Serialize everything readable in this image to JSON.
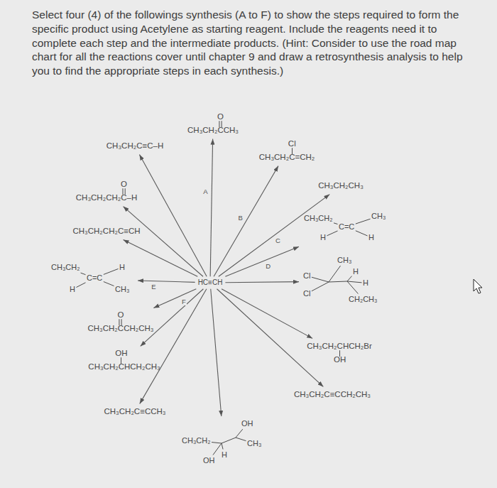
{
  "diagram": {
    "title": "Select four (4) of the followings synthesis (A to F) to show the steps required to form the specific product using Acetylene as starting reagent. Include the reagents need it to complete each step and the intermediate products. (Hint: Consider to use the road map chart for all the reactions cover until chapter 9 and draw a retrosynthesis analysis to help you to find the appropriate steps in each synthesis.)",
    "nodes": [
      {
        "text": [
          "HC≡CH"
        ]
      },
      {
        "text": [
          "CH₃CH₂C≡C–H"
        ]
      },
      {
        "text": [
          "O",
          "CH₃CH₂CCH₃"
        ]
      },
      {
        "text": [
          "Cl",
          "CH₃CH₂C=CH₂"
        ]
      },
      {
        "text": [
          "O",
          "CH₃CH₂CH₂C–H"
        ]
      },
      {
        "text": [
          "CH₃CH₂CH₃"
        ]
      },
      {
        "text": [
          "CH₃CH₂CH₂C≡CH"
        ]
      },
      {
        "text": [
          "CH₃CH₂",
          "CH₃",
          "C=C",
          "H",
          "H"
        ]
      },
      {
        "text": [
          "CH₃CH₂",
          "H",
          "C=C",
          "H",
          "CH₃"
        ]
      },
      {
        "text": [
          "CH₃",
          "Cl",
          "H",
          "H",
          "Cl",
          "CH₂CH₃"
        ]
      },
      {
        "text": [
          "O",
          "CH₃CH₂CCH₂CH₃"
        ]
      },
      {
        "text": [
          "CH₃CH₂CHCH₂Br",
          "OH"
        ]
      },
      {
        "text": [
          "OH",
          "CH₃CH₂CHCH₂CH₃"
        ]
      },
      {
        "text": [
          "CH₃CH₂C≡CCH₂CH₃"
        ]
      },
      {
        "text": [
          "CH₃CH₂C≡CCH₃"
        ]
      },
      {
        "text": [
          "OH",
          "CH₃CH₂",
          "H",
          "CH₃",
          "OH"
        ]
      }
    ],
    "edges": [
      {
        "from": 0,
        "to": 1,
        "arrow": "to"
      },
      {
        "from": 0,
        "to": 2,
        "label": "A",
        "arrow": "to"
      },
      {
        "from": 0,
        "to": 3,
        "label": "B",
        "arrow": "to"
      },
      {
        "from": 0,
        "to": 4,
        "arrow": "to"
      },
      {
        "from": 0,
        "to": 5,
        "label": "C",
        "arrow": "to"
      },
      {
        "from": 0,
        "to": 6,
        "arrow": "to"
      },
      {
        "from": 0,
        "to": 7,
        "label": "D",
        "arrow": "to"
      },
      {
        "from": 0,
        "to": 8,
        "label": "E",
        "arrow": "to"
      },
      {
        "from": 0,
        "to": 9,
        "arrow": "to"
      },
      {
        "from": 0,
        "to": 10,
        "label": "F",
        "arrow": "to"
      },
      {
        "from": 0,
        "to": 11,
        "arrow": "to"
      },
      {
        "from": 0,
        "to": 12,
        "arrow": "to"
      },
      {
        "from": 0,
        "to": 13,
        "arrow": "to"
      },
      {
        "from": 0,
        "to": 14,
        "arrow": "to"
      },
      {
        "from": 0,
        "to": 15,
        "arrow": "to"
      }
    ]
  }
}
